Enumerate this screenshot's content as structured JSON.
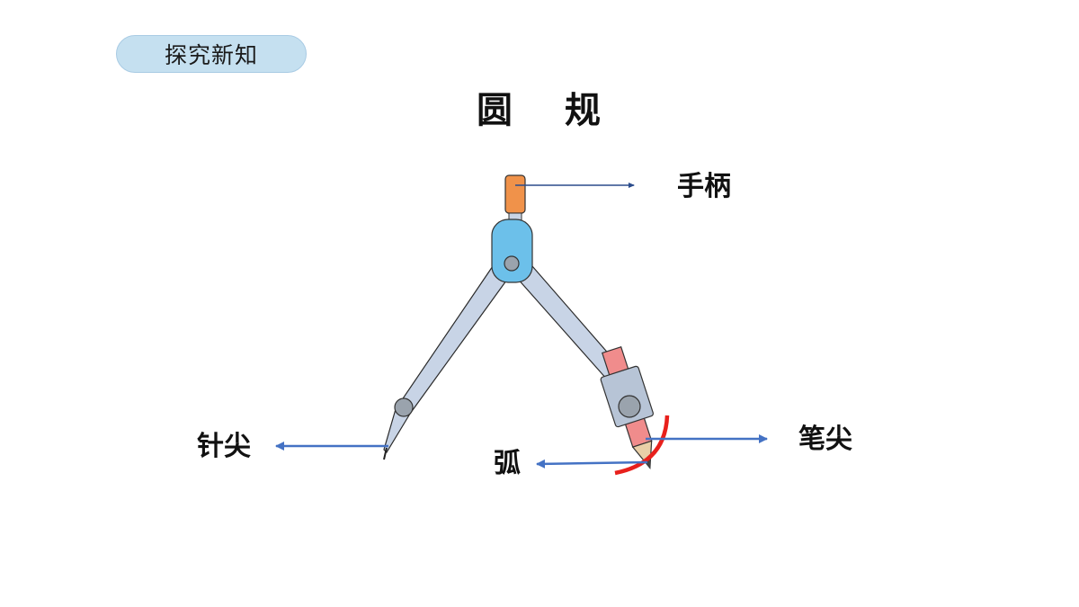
{
  "header": {
    "section_label": "探究新知",
    "title": "圆 规"
  },
  "diagram": {
    "labels": {
      "handle": "手柄",
      "needle_tip": "针尖",
      "pen_tip": "笔尖",
      "arc": "弧"
    },
    "colors": {
      "handle": "#f0924a",
      "hinge": "#6cc0ea",
      "leg": "#c8d4e6",
      "pencil": "#f08c8c",
      "arc": "#e8201c",
      "arrow": "#4472c4",
      "badge": "#c5e0f0"
    }
  }
}
